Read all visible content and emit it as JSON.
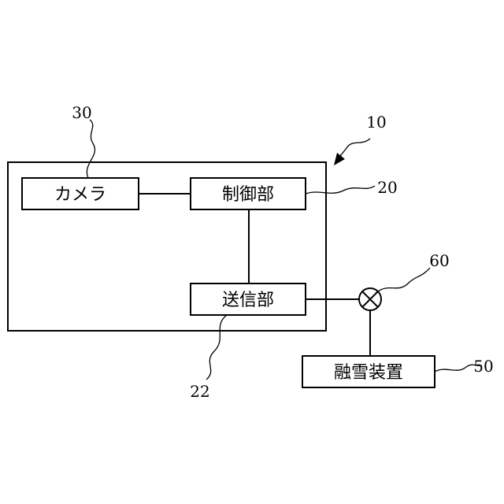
{
  "diagram": {
    "device_ref": "10",
    "blocks": {
      "camera": {
        "label": "カメラ",
        "ref": "30"
      },
      "control": {
        "label": "制御部",
        "ref": "20"
      },
      "transmitter": {
        "label": "送信部",
        "ref": "22"
      },
      "snow_melting": {
        "label": "融雪装置",
        "ref": "50"
      }
    },
    "junction_ref": "60"
  },
  "colors": {
    "stroke": "#000000",
    "background": "#ffffff"
  }
}
